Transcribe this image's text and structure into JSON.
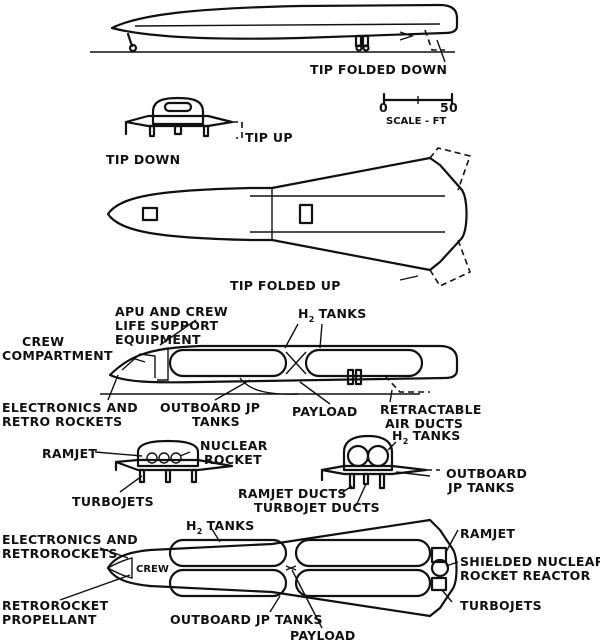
{
  "labels": {
    "tip_folded_down": "TIP FOLDED DOWN",
    "scale_zero": "0",
    "scale_fifty": "50",
    "scale_ft": "SCALE - FT",
    "tip_up": "TIP UP",
    "tip_down": "TIP DOWN",
    "tip_folded_up": "TIP FOLDED UP",
    "apu_line1": "APU AND CREW",
    "apu_line2": "LIFE SUPPORT",
    "apu_line3": "EQUIPMENT",
    "h2_tanks_main": "TANKS",
    "crew_line1": "CREW",
    "crew_line2": "COMPARTMENT",
    "electronics_line1": "ELECTRONICS AND",
    "electronics_line2": "RETRO ROCKETS",
    "outboard_jp_line1": "OUTBOARD JP",
    "outboard_jp_line2": "TANKS",
    "payload_side": "PAYLOAD",
    "retractable_line1": "RETRACTABLE",
    "retractable_line2": "AIR DUCTS",
    "ramjet_left": "RAMJET",
    "nuclear_line1": "NUCLEAR",
    "nuclear_line2": "ROCKET",
    "turbojets_left": "TURBOJETS",
    "h2_tanks_front": "TANKS",
    "outboard_right_line1": "OUTBOARD",
    "outboard_right_line2": "JP TANKS",
    "ramjet_ducts": "RAMJET DUCTS",
    "turbojet_ducts": "TURBOJET DUCTS",
    "electronics2_line1": "ELECTRONICS AND",
    "electronics2_line2": "RETROROCKETS",
    "h2_tanks_bottom": "TANKS",
    "ramjet_right": "RAMJET",
    "shielded_line1": "SHIELDED NUCLEAR",
    "shielded_line2": "ROCKET REACTOR",
    "crew_nose": "CREW",
    "turbojets_right": "TURBOJETS",
    "retro_prop_line1": "RETROROCKET",
    "retro_prop_line2": "PROPELLANT",
    "outboard_jp_bottom": "OUTBOARD JP TANKS",
    "payload_bottom": "PAYLOAD",
    "h2_prefix": "H",
    "h2_sub": "2"
  }
}
